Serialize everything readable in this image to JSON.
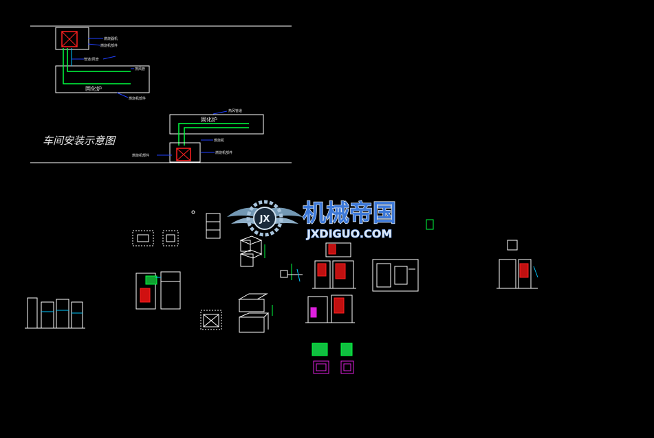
{
  "drawing": {
    "title": "车间安装示意图",
    "furnace_label_1": "固化炉",
    "furnace_label_2": "固化炉",
    "callouts_top": [
      "燃烧器机",
      "燃烧机部件",
      "管道/风管",
      "排风管",
      "燃烧机部件"
    ],
    "callouts_bottom": [
      "热风管道",
      "燃烧机",
      "燃烧机部件",
      "燃烧机部件"
    ]
  },
  "watermark": {
    "cn": "机械帝国",
    "en": "JXDIGUO.COM",
    "badge": "JX"
  },
  "colors": {
    "background": "#000000",
    "line": "#ffffff",
    "green": "#00ff40",
    "cyan": "#00c8ff",
    "red": "#ff2020",
    "magenta": "#e020e0",
    "blue": "#2040ff",
    "watermark_blue": "#3c78d8"
  }
}
